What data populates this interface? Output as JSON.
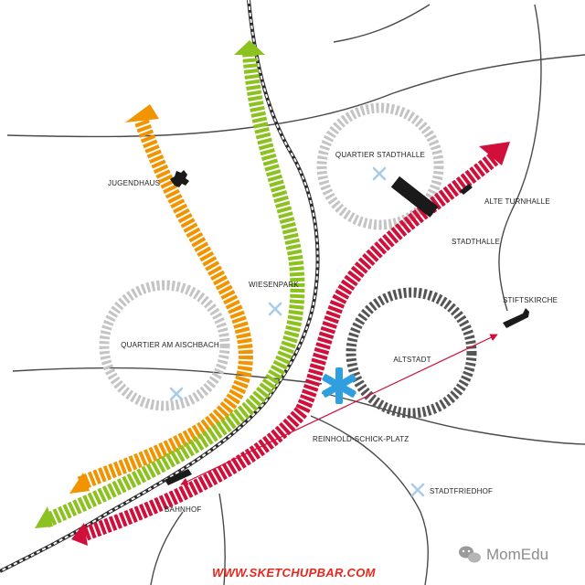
{
  "labels": {
    "jugendhaus": "JUGENDHAUS",
    "quartier_stadthalle": "QUARTIER STADTHALLE",
    "alte_turnhalle": "ALTE TURNHALLE",
    "stadthalle": "STADTHALLE",
    "wiesenpark": "WIESENPARK",
    "stiftskirche": "STIFTSKIRCHE",
    "quartier_am_aischbach": "QUARTIER AM AISCHBACH",
    "altstadt": "ALTSTADT",
    "reinhold_schick_platz": "REINHOLD-SCHICK-PLATZ",
    "bahnhof": "BAHNHOF",
    "stadtfriedhof": "STADTFRIEDHOF"
  },
  "watermark": "WWW.SKETCHUPBAR.COM",
  "brand": "MomEdu",
  "colors": {
    "orange": "#f29400",
    "green": "#8cc21f",
    "red": "#d0103a",
    "grey_ring": "#c4c4c4",
    "dark_ring": "#555555",
    "blue": "#2f9fe0",
    "cross": "#a8cce8",
    "road": "#4a4a4a"
  },
  "icons": {
    "hub": "blue-star-icon",
    "cross": "x-marker-icon",
    "building": "building-silhouette-icon",
    "brand": "wechat-icon"
  }
}
